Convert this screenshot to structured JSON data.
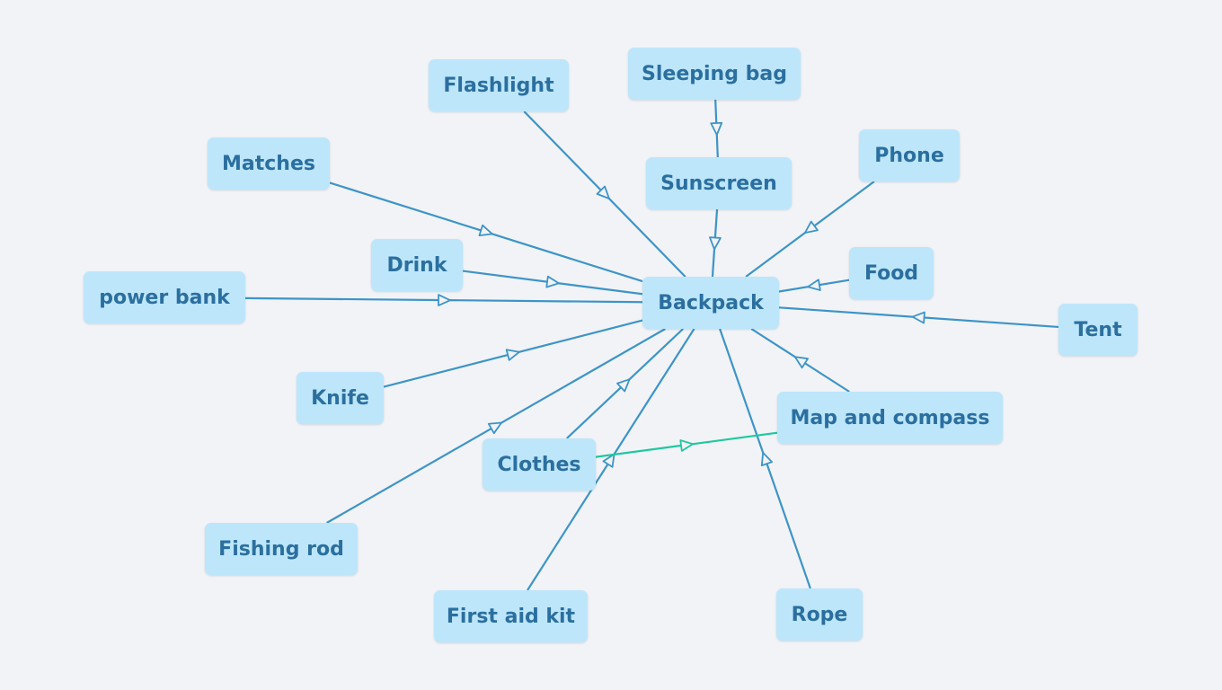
{
  "colors": {
    "background": "#f1f3f6",
    "node_fill": "#bde6fb",
    "node_text": "#2b6f9f",
    "edge": "#3d94c8",
    "highlight_edge": "#1ec8a0"
  },
  "nodes": {
    "backpack": "Backpack",
    "sleeping_bag": "Sleeping bag",
    "flashlight": "Flashlight",
    "sunscreen": "Sunscreen",
    "phone": "Phone",
    "matches": "Matches",
    "drink": "Drink",
    "food": "Food",
    "power_bank": "power bank",
    "tent": "Tent",
    "knife": "Knife",
    "map_and_compass": "Map and compass",
    "clothes": "Clothes",
    "fishing_rod": "Fishing rod",
    "first_aid_kit": "First aid kit",
    "rope": "Rope"
  },
  "edges": [
    {
      "from": "sleeping_bag",
      "to": "sunscreen"
    },
    {
      "from": "sunscreen",
      "to": "backpack"
    },
    {
      "from": "flashlight",
      "to": "backpack"
    },
    {
      "from": "phone",
      "to": "backpack"
    },
    {
      "from": "matches",
      "to": "backpack"
    },
    {
      "from": "drink",
      "to": "backpack"
    },
    {
      "from": "food",
      "to": "backpack"
    },
    {
      "from": "power_bank",
      "to": "backpack"
    },
    {
      "from": "tent",
      "to": "backpack"
    },
    {
      "from": "knife",
      "to": "backpack"
    },
    {
      "from": "map_and_compass",
      "to": "backpack"
    },
    {
      "from": "clothes",
      "to": "backpack"
    },
    {
      "from": "fishing_rod",
      "to": "backpack"
    },
    {
      "from": "first_aid_kit",
      "to": "backpack"
    },
    {
      "from": "rope",
      "to": "backpack"
    },
    {
      "from": "clothes",
      "to": "map_and_compass",
      "highlight": true
    }
  ]
}
